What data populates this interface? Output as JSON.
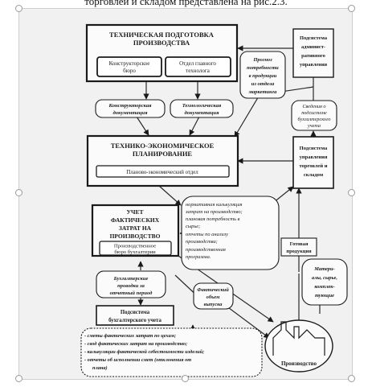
{
  "caption": "торговлей и складом представлена на рис.2.3.",
  "nodes": {
    "tech_prep": {
      "title": [
        "ТЕХНИЧЕСКАЯ ПОДГОТОВКА",
        "ПРОИЗВОДСТВА"
      ]
    },
    "design_bureau": {
      "label": [
        "Конструкторское",
        "бюро"
      ]
    },
    "chief_tech": {
      "label": [
        "Отдел главного",
        "технолога"
      ]
    },
    "admin": {
      "label": [
        "Подсистема",
        "админист-",
        "ративного",
        "управления"
      ]
    },
    "forecast": {
      "label": [
        "Прогноз",
        "потребности",
        "в продукции",
        "из отдела",
        "маркетинга"
      ]
    },
    "design_docs": {
      "label": [
        "Конструкторская",
        "документация"
      ]
    },
    "tech_docs": {
      "label": [
        "Технологическая",
        "документация"
      ]
    },
    "accounting_info": {
      "label": [
        "Сведения о",
        "подсистеме",
        "бухгалтерского",
        "учета"
      ]
    },
    "tep": {
      "title": [
        "ТЕХНИКО-ЭКОНОМИЧЕСКОЕ",
        "ПЛАНИРОВАНИЕ"
      ],
      "dept": "Планово-экономический отдел"
    },
    "trade": {
      "label": [
        "Подсистема",
        "управления",
        "торговлей и",
        "складом"
      ]
    },
    "cost_acc": {
      "title": [
        "УЧЕТ",
        "ФАКТИЧЕСКИХ",
        "ЗАТРАТ НА",
        "ПРОИЗВОДСТВО"
      ],
      "dept": [
        "Производственное",
        "бюро бухгалтерии"
      ]
    },
    "norms": {
      "label": [
        "нормативная калькуляция",
        "затрат на производство;",
        "плановая потребность в",
        "сырье;",
        "отчеты по анализу",
        "производства;",
        "производственная",
        "программа."
      ]
    },
    "finished": {
      "label": [
        "Готовая",
        "продукция"
      ]
    },
    "materials": {
      "label": [
        "Матери-",
        "алы, сырье,",
        "комплек-",
        "тующие"
      ]
    },
    "postings": {
      "label": [
        "Бухгалтерские",
        "проводки за",
        "отчетный период"
      ]
    },
    "actual_volume": {
      "label": [
        "Фактический",
        "объем",
        "выпуска"
      ]
    },
    "acc_subsystem": {
      "label": [
        "Подсистема",
        "бухгалтерского учета"
      ]
    },
    "summary": {
      "label": [
        "- сметы фактических затрат по цехам;",
        "- свод фактических затрат на производство;",
        "- калькуляции фактической себестоимости изделий;",
        "- отчеты об исполнении смет (отклонения от",
        "плана)"
      ]
    },
    "production": {
      "label": "Производство"
    }
  }
}
